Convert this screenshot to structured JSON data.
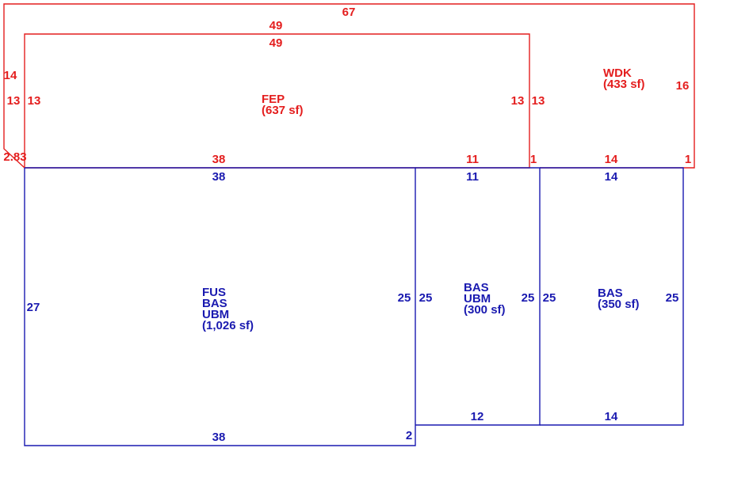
{
  "colors": {
    "deck_porch": "#e41e1e",
    "building": "#1a1ab0"
  },
  "areas": {
    "fep": {
      "lines": [
        "FEP",
        "(637 sf)"
      ]
    },
    "wdk": {
      "lines": [
        "WDK",
        "(433 sf)"
      ]
    },
    "main": {
      "lines": [
        "FUS",
        "BAS",
        "UBM",
        "(1,026 sf)"
      ]
    },
    "mid": {
      "lines": [
        "BAS",
        "UBM",
        "(300 sf)"
      ]
    },
    "right": {
      "lines": [
        "BAS",
        "(350 sf)"
      ]
    }
  },
  "dims_red": {
    "wdk_top": "67",
    "fep_top_outer": "49",
    "fep_top_inner": "49",
    "wdk_left_outer": "14",
    "wdk_left_inner": "13",
    "fep_left": "13",
    "fep_right_a": "13",
    "fep_right_b": "13",
    "wdk_right": "16",
    "diag": "2.83",
    "fep_bottom": "38",
    "fep_bottom_r": "11",
    "wdk_step_a": "1",
    "wdk_bottom": "14",
    "wdk_step_b": "1"
  },
  "dims_blue": {
    "main_top": "38",
    "mid_top": "11",
    "right_top": "14",
    "main_left": "27",
    "main_right": "25",
    "mid_left": "25",
    "mid_right": "25",
    "right_left": "25",
    "right_right": "25",
    "main_bottom": "38",
    "main_step": "2",
    "mid_bottom": "12",
    "right_bottom": "14"
  }
}
